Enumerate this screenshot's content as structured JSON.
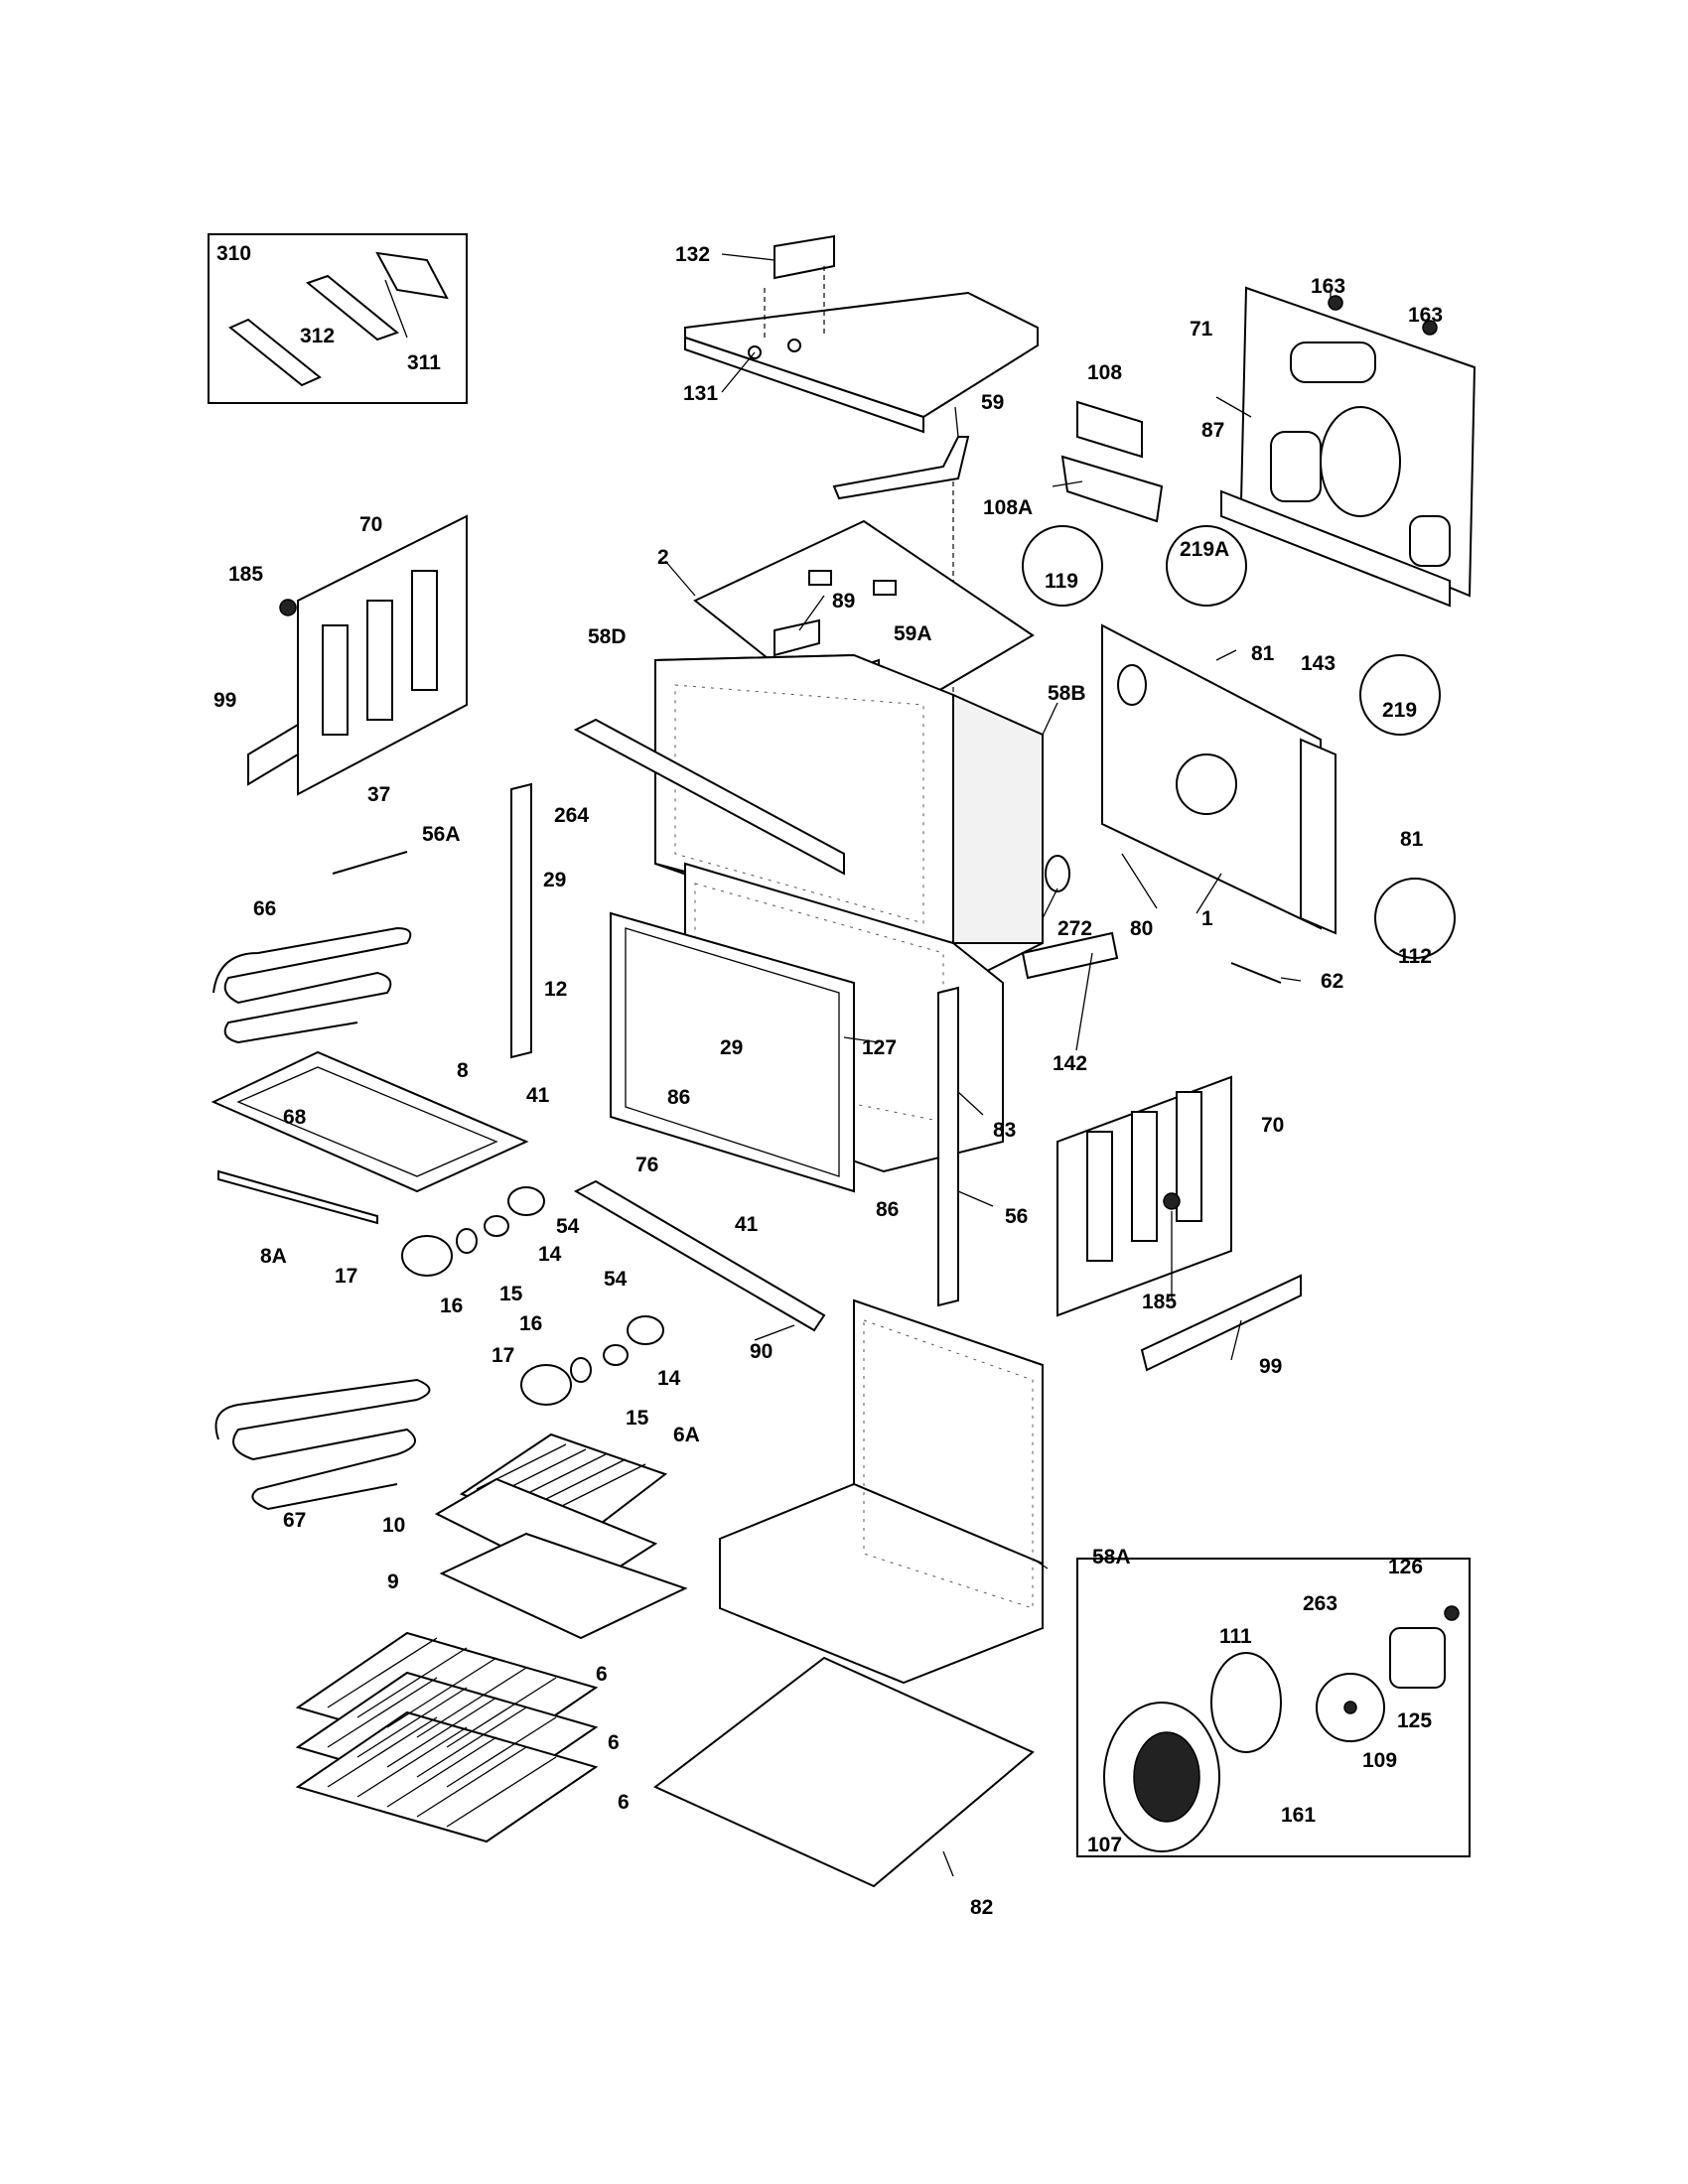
{
  "labels": {
    "l310": "310",
    "l312": "312",
    "l311": "311",
    "l132": "132",
    "l131": "131",
    "l59": "59",
    "l163a": "163",
    "l163b": "163",
    "l71": "71",
    "l108": "108",
    "l108A": "108A",
    "l87": "87",
    "l70a": "70",
    "l185a": "185",
    "l99a": "99",
    "l2": "2",
    "l89": "89",
    "l58D": "58D",
    "l59A": "59A",
    "l119": "119",
    "l219A": "219A",
    "l81a": "81",
    "l143": "143",
    "l219": "219",
    "l58B": "58B",
    "l264": "264",
    "l37": "37",
    "l56A": "56A",
    "l29a": "29",
    "l66": "66",
    "l12": "12",
    "l272": "272",
    "l80": "80",
    "l1": "1",
    "l81b": "81",
    "l112": "112",
    "l62": "62",
    "l29b": "29",
    "l127": "127",
    "l142": "142",
    "l8": "8",
    "l68": "68",
    "l41a": "41",
    "l86a": "86",
    "l70b": "70",
    "l76": "76",
    "l83": "83",
    "l54a": "54",
    "l14a": "14",
    "l8A": "8A",
    "l41b": "41",
    "l86b": "86",
    "l56": "56",
    "l17a": "17",
    "l16a": "16",
    "l15a": "15",
    "l54b": "54",
    "l16b": "16",
    "l185b": "185",
    "l90": "90",
    "l99b": "99",
    "l17b": "17",
    "l14b": "14",
    "l15b": "15",
    "l6A": "6A",
    "l67": "67",
    "l10": "10",
    "l9": "9",
    "l58A": "58A",
    "l126": "126",
    "l263": "263",
    "l111": "111",
    "l125": "125",
    "l109": "109",
    "l161": "161",
    "l107": "107",
    "l6a": "6",
    "l6b": "6",
    "l6c": "6",
    "l82": "82"
  }
}
